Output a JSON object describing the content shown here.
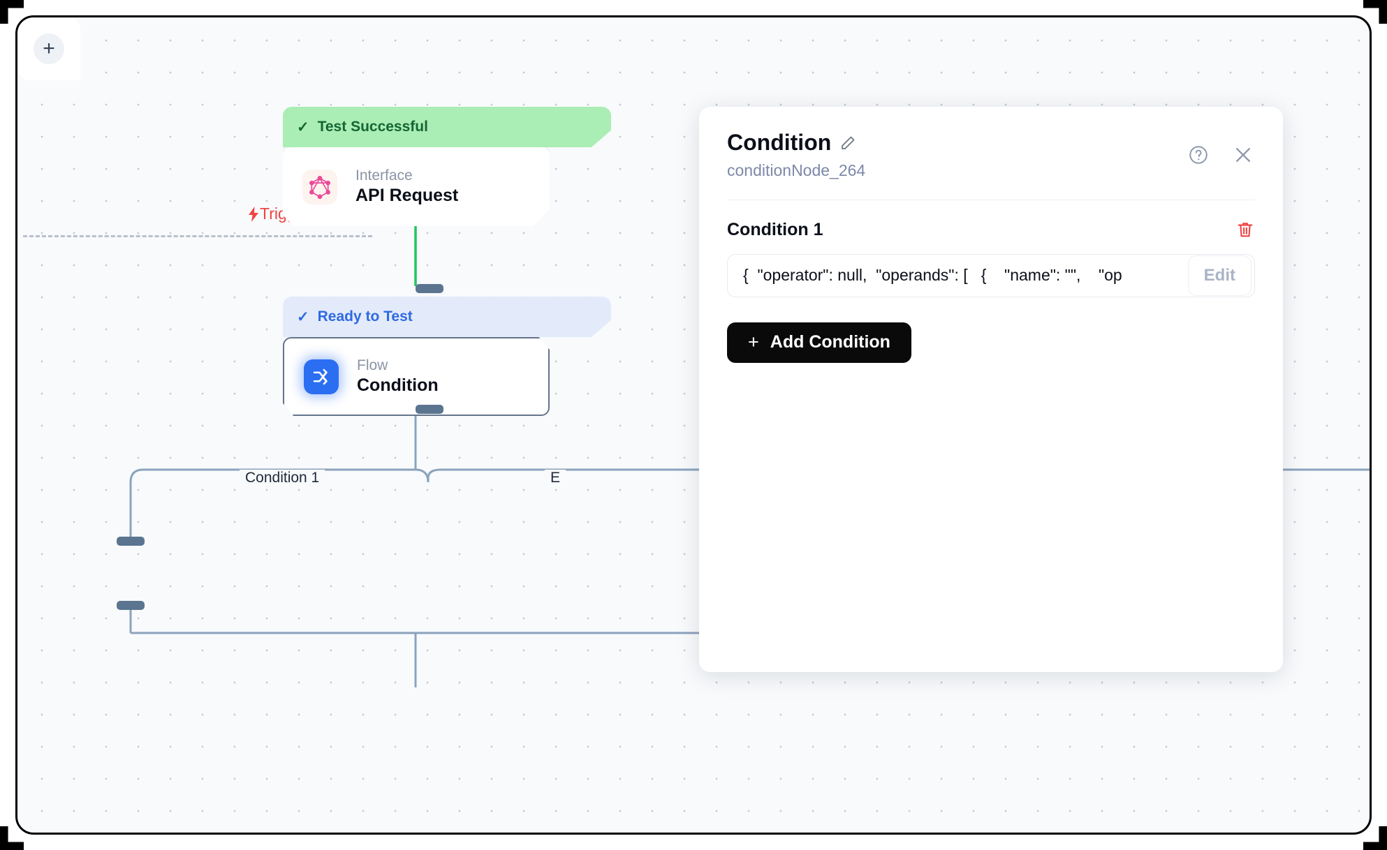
{
  "canvas": {
    "trigger": {
      "label": "Trigger",
      "icon": "lightning-bolt-icon"
    },
    "edge_labels": {
      "condition_1": "Condition 1",
      "else": "E"
    },
    "nodes": [
      {
        "id": "api-request",
        "status": "Test Successful",
        "status_check": "✓",
        "kind": "Interface",
        "title": "API Request",
        "icon": "graphql-icon",
        "status_bg": "#aaeeb5",
        "status_color": "#166534"
      },
      {
        "id": "condition",
        "status": "Ready to Test",
        "status_check": "✓",
        "kind": "Flow",
        "title": "Condition",
        "icon": "branch-icon",
        "status_bg": "#e3ebfb",
        "status_color": "#2f6ae0"
      }
    ],
    "add_node_button": {
      "glyph": "+",
      "icon": "plus-icon"
    }
  },
  "panel": {
    "title": "Condition",
    "edit_title_icon": "pencil-icon",
    "subtitle": "conditionNode_264",
    "help_icon": "question-circle-icon",
    "close_icon": "close-icon",
    "condition": {
      "name": "Condition 1",
      "delete_icon": "trash-icon",
      "value": "{  \"operator\": null,  \"operands\": [   {    \"name\": \"\",    \"op",
      "edit_label": "Edit"
    },
    "add_condition": {
      "glyph": "+",
      "label": "Add Condition"
    }
  },
  "colors": {
    "accent_blue": "#2b6ef2",
    "success_green": "#aaeeb5",
    "trigger_red": "#ef4444",
    "danger_red": "#ef4444",
    "edge_green": "#22c55e",
    "edge_blue": "#8ba3bd",
    "canvas_bg": "#f8fafc"
  }
}
